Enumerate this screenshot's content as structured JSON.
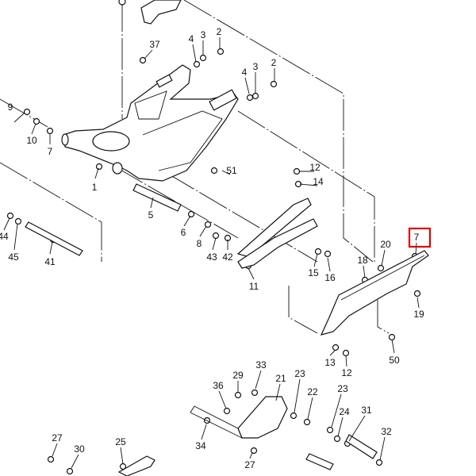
{
  "diagram": {
    "title": "Rear arm / swingarm exploded parts diagram",
    "highlight_color": "#e00000",
    "highlighted_callout": "7",
    "callouts": [
      {
        "id": "c2a",
        "text": "2"
      },
      {
        "id": "c3a",
        "text": "3"
      },
      {
        "id": "c4a",
        "text": "4"
      },
      {
        "id": "c37",
        "text": "37"
      },
      {
        "id": "c2b",
        "text": "2"
      },
      {
        "id": "c3b",
        "text": "3"
      },
      {
        "id": "c4b",
        "text": "4"
      },
      {
        "id": "c9",
        "text": "9"
      },
      {
        "id": "c10",
        "text": "10"
      },
      {
        "id": "c7a",
        "text": "7"
      },
      {
        "id": "c1",
        "text": "1"
      },
      {
        "id": "c51",
        "text": "51"
      },
      {
        "id": "c12a",
        "text": "12"
      },
      {
        "id": "c14",
        "text": "14"
      },
      {
        "id": "c5",
        "text": "5"
      },
      {
        "id": "c6",
        "text": "6"
      },
      {
        "id": "c8",
        "text": "8"
      },
      {
        "id": "c43",
        "text": "43"
      },
      {
        "id": "c42",
        "text": "42"
      },
      {
        "id": "c44",
        "text": "44"
      },
      {
        "id": "c45",
        "text": "45"
      },
      {
        "id": "c41",
        "text": "41"
      },
      {
        "id": "c11",
        "text": "11"
      },
      {
        "id": "c15",
        "text": "15"
      },
      {
        "id": "c16",
        "text": "16"
      },
      {
        "id": "c18",
        "text": "18"
      },
      {
        "id": "c20",
        "text": "20"
      },
      {
        "id": "c7b",
        "text": "7"
      },
      {
        "id": "c19",
        "text": "19"
      },
      {
        "id": "c13",
        "text": "13"
      },
      {
        "id": "c12b",
        "text": "12"
      },
      {
        "id": "c50",
        "text": "50"
      },
      {
        "id": "c29",
        "text": "29"
      },
      {
        "id": "c33",
        "text": "33"
      },
      {
        "id": "c21",
        "text": "21"
      },
      {
        "id": "c36",
        "text": "36"
      },
      {
        "id": "c23a",
        "text": "23"
      },
      {
        "id": "c22",
        "text": "22"
      },
      {
        "id": "c23b",
        "text": "23"
      },
      {
        "id": "c24",
        "text": "24"
      },
      {
        "id": "c31",
        "text": "31"
      },
      {
        "id": "c32",
        "text": "32"
      },
      {
        "id": "c34",
        "text": "34"
      },
      {
        "id": "c27a",
        "text": "27"
      },
      {
        "id": "c30",
        "text": "30"
      },
      {
        "id": "c25",
        "text": "25"
      },
      {
        "id": "c27b",
        "text": "27"
      }
    ]
  }
}
